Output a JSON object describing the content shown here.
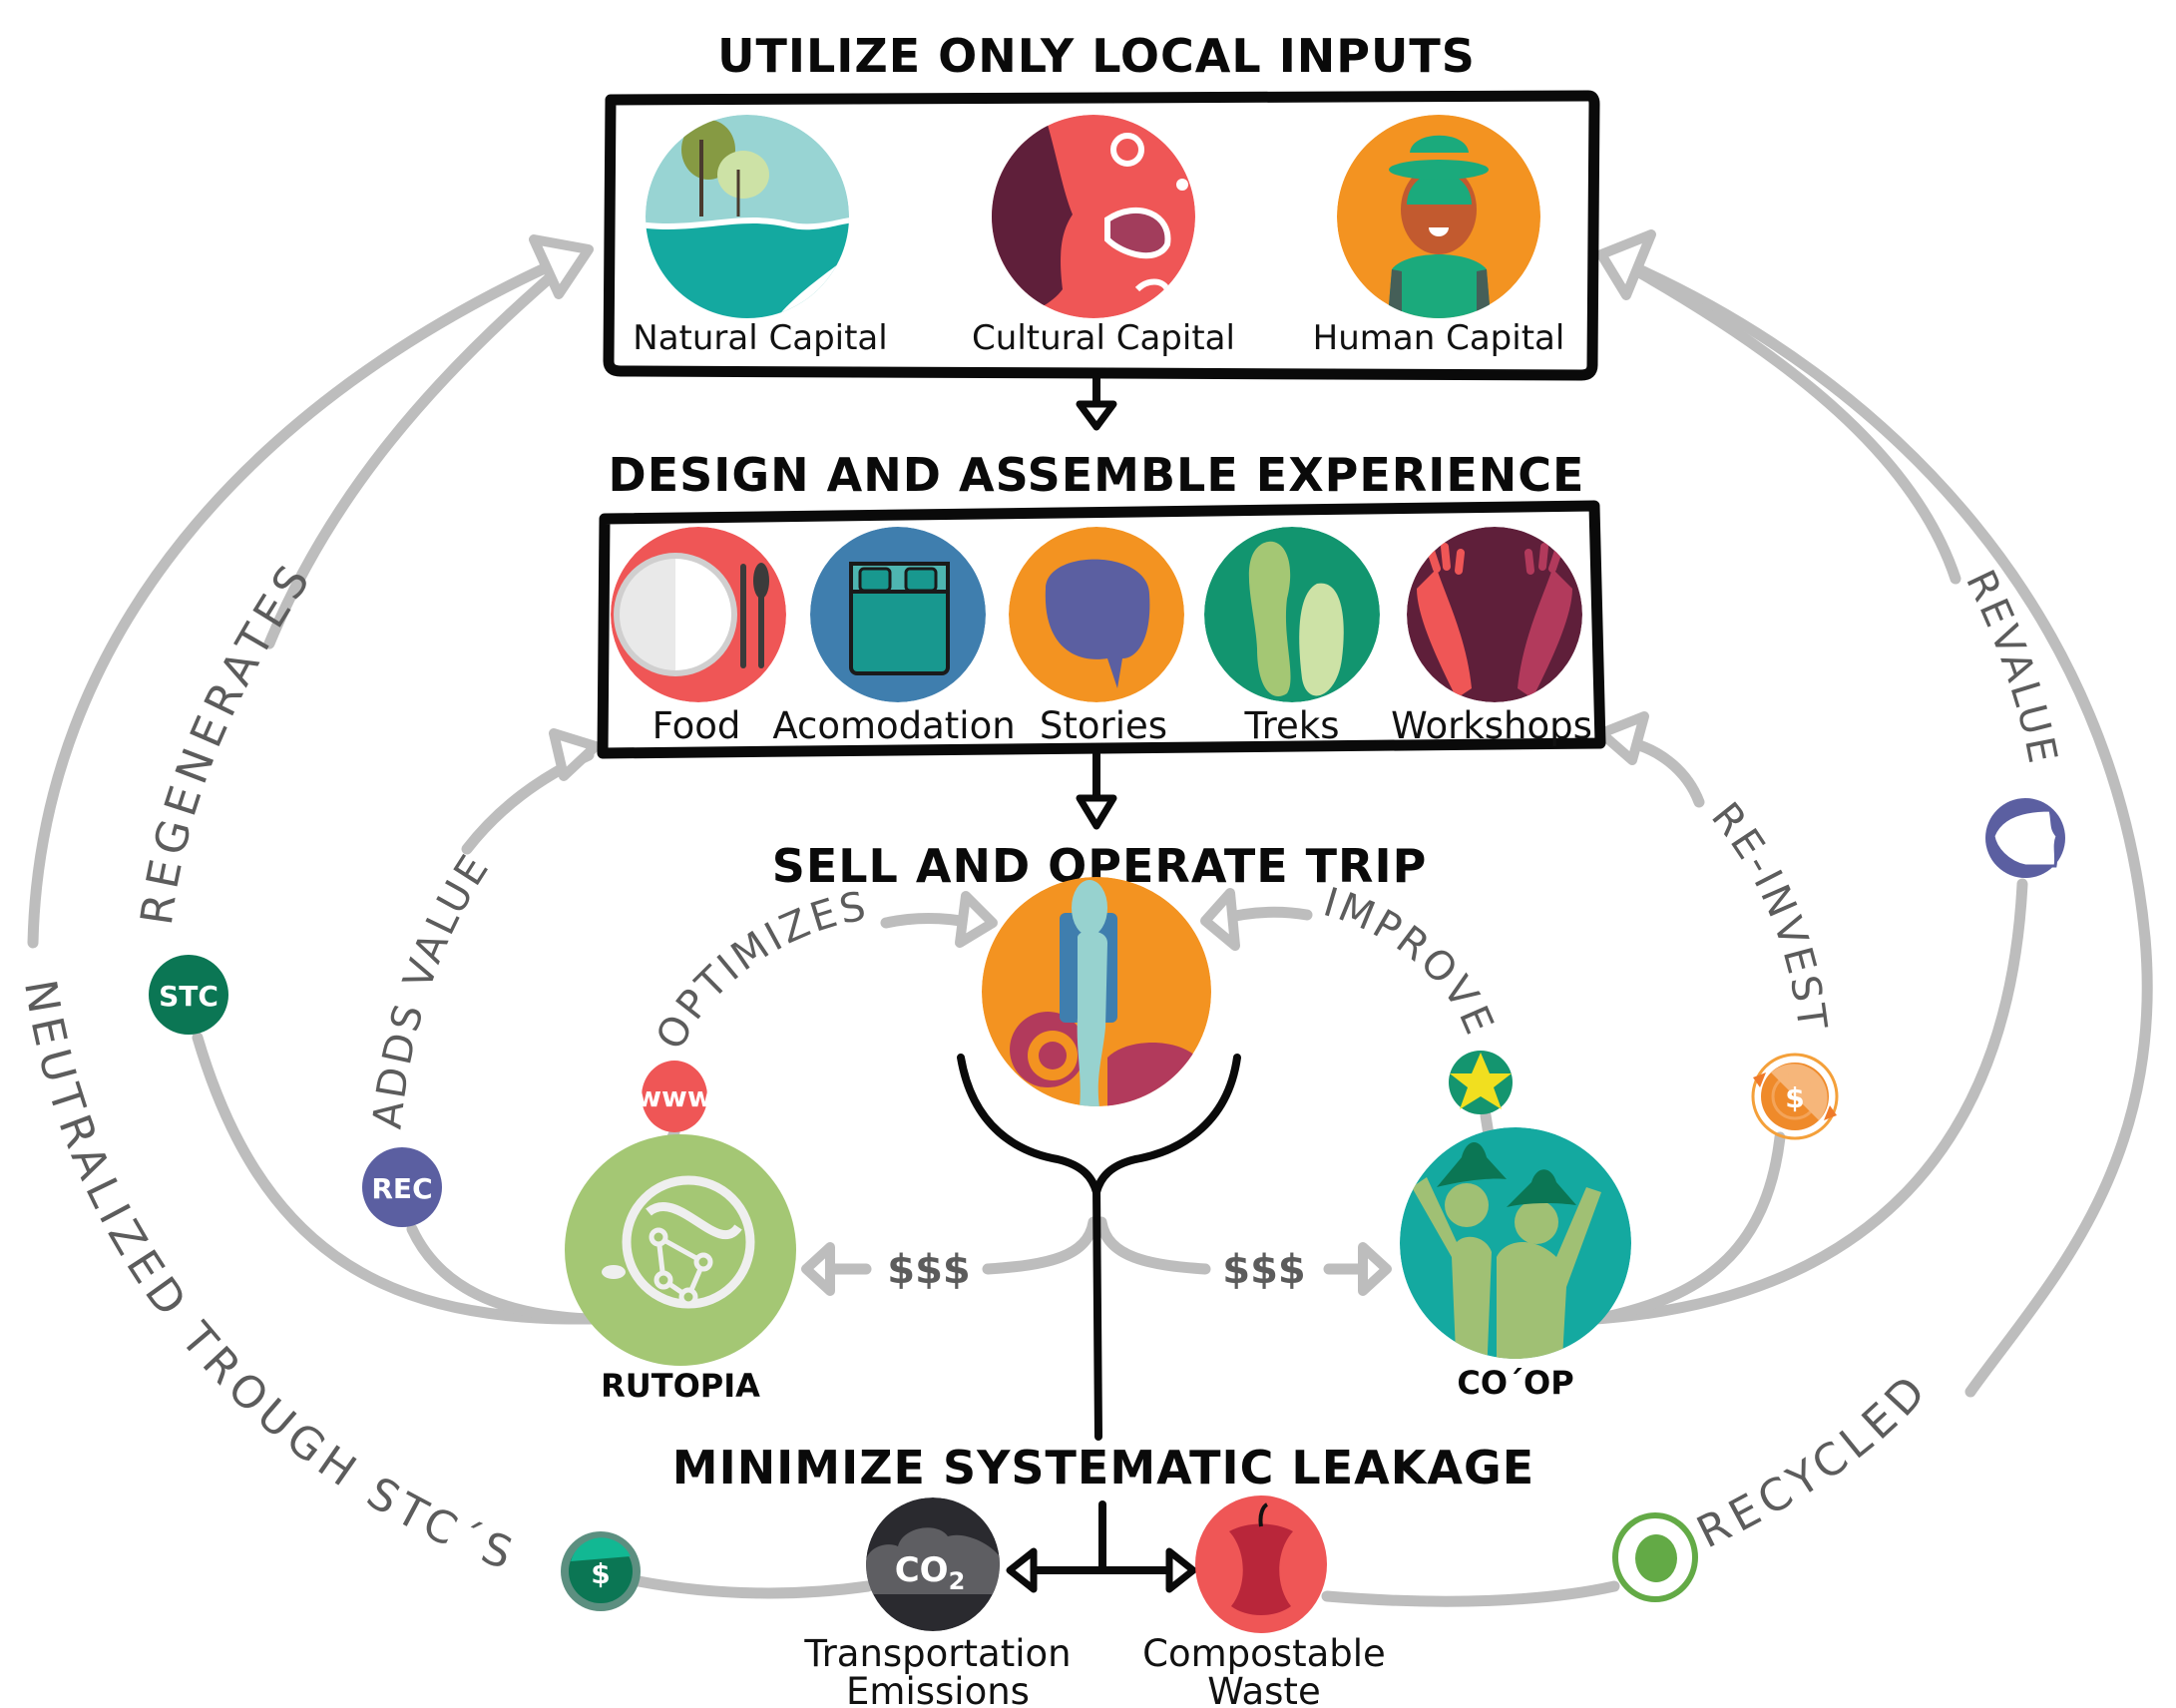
{
  "diagram": {
    "stages": [
      {
        "title": "UTILIZE ONLY LOCAL INPUTS",
        "items": [
          {
            "label": "Natural Capital",
            "icon": "trees-water-icon"
          },
          {
            "label": "Cultural Capital",
            "icon": "face-pattern-icon"
          },
          {
            "label": "Human Capital",
            "icon": "person-hat-icon"
          }
        ]
      },
      {
        "title": "DESIGN AND ASSEMBLE EXPERIENCE",
        "items": [
          {
            "label": "Food",
            "icon": "plate-cutlery-icon"
          },
          {
            "label": "Acomodation",
            "icon": "bed-icon"
          },
          {
            "label": "Stories",
            "icon": "speech-bubble-icon"
          },
          {
            "label": "Treks",
            "icon": "footprints-icon"
          },
          {
            "label": "Workshops",
            "icon": "hands-icon"
          }
        ]
      },
      {
        "title": "SELL AND OPERATE TRIP",
        "icon": "traveler-gears-icon"
      },
      {
        "title": "MINIMIZE SYSTEMATIC LEAKAGE",
        "items": [
          {
            "label_line1": "Transportation",
            "label_line2": "Emissions",
            "icon": "co2-cloud-icon",
            "icon_text": "CO",
            "icon_sub": "2"
          },
          {
            "label_line1": "Compostable",
            "label_line2": "Waste",
            "icon": "apple-core-icon"
          }
        ]
      }
    ],
    "entities": {
      "left": {
        "label": "RUTOPIA",
        "icon": "rutopia-logo-icon",
        "flow_label": "$$$"
      },
      "right": {
        "label": "CO´OP",
        "icon": "two-people-hats-icon",
        "flow_label": "$$$"
      }
    },
    "loops": {
      "optimizes": {
        "label": "OPTIMIZES",
        "badge": "www",
        "badge_color": "#ef5656"
      },
      "improve": {
        "label": "IMPROVE",
        "badge_icon": "star-icon",
        "badge_color": "#14956f"
      },
      "adds_value": {
        "label": "ADDS VALUE",
        "badge": "REC",
        "badge_color": "#5b5fa1"
      },
      "re_invest": {
        "label": "RE-INVEST",
        "badge": "$",
        "badge_color": "#f4a03a"
      },
      "regenerates": {
        "label": "REGENERATES",
        "badge": "STC",
        "badge_color": "#0b7654"
      },
      "revalue": {
        "label": "REVALUE",
        "badge_icon": "shield-icon",
        "badge_color": "#5b5fa1"
      },
      "neutralized": {
        "label": "NEUTRALIZED TROUGH STC´S",
        "badge": "$",
        "badge_color": "#12a88a"
      },
      "recycled": {
        "label": "RECYCLED",
        "badge_icon": "recycle-icon",
        "badge_color": "#63aa46"
      }
    },
    "colors": {
      "arc_gray": "#bdbdbd",
      "label_gray": "#5c5c5c",
      "teal": "#14a9a0",
      "coral": "#ef5656",
      "orange": "#f39321",
      "blue": "#3f7eae",
      "purple": "#5b5fa1",
      "green_light": "#a4c774",
      "maroon": "#5f1f3a"
    }
  }
}
